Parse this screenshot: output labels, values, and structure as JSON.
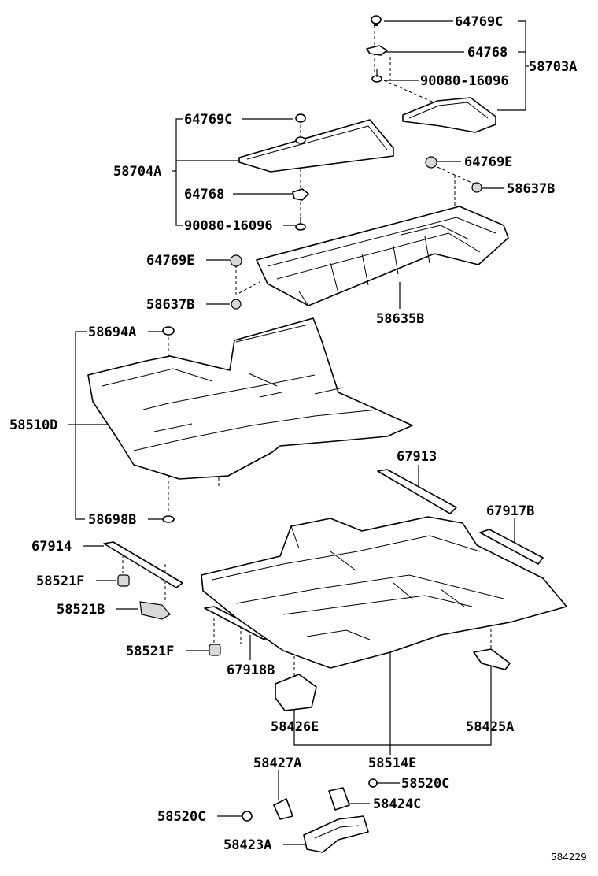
{
  "diagram": {
    "reference_number": "584229",
    "labels": [
      {
        "id": "l01",
        "text": "64769C"
      },
      {
        "id": "l02",
        "text": "64768"
      },
      {
        "id": "l03",
        "text": "90080-16096"
      },
      {
        "id": "l04",
        "text": "58703A"
      },
      {
        "id": "l05",
        "text": "64769C"
      },
      {
        "id": "l06",
        "text": "58704A"
      },
      {
        "id": "l07",
        "text": "64768"
      },
      {
        "id": "l08",
        "text": "90080-16096"
      },
      {
        "id": "l09",
        "text": "64769E"
      },
      {
        "id": "l10",
        "text": "58637B"
      },
      {
        "id": "l11",
        "text": "64769E"
      },
      {
        "id": "l12",
        "text": "58637B"
      },
      {
        "id": "l13",
        "text": "58635B"
      },
      {
        "id": "l14",
        "text": "58694A"
      },
      {
        "id": "l15",
        "text": "58510D"
      },
      {
        "id": "l16",
        "text": "58698B"
      },
      {
        "id": "l17",
        "text": "67913"
      },
      {
        "id": "l18",
        "text": "67917B"
      },
      {
        "id": "l19",
        "text": "67914"
      },
      {
        "id": "l20",
        "text": "58521F"
      },
      {
        "id": "l21",
        "text": "58521B"
      },
      {
        "id": "l22",
        "text": "58521F"
      },
      {
        "id": "l23",
        "text": "67918B"
      },
      {
        "id": "l24",
        "text": "58426E"
      },
      {
        "id": "l25",
        "text": "58425A"
      },
      {
        "id": "l26",
        "text": "58514E"
      },
      {
        "id": "l27",
        "text": "58427A"
      },
      {
        "id": "l28",
        "text": "58520C"
      },
      {
        "id": "l29",
        "text": "58424C"
      },
      {
        "id": "l30",
        "text": "58520C"
      },
      {
        "id": "l31",
        "text": "58423A"
      }
    ]
  }
}
